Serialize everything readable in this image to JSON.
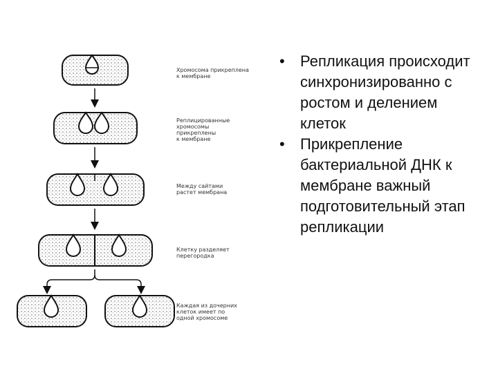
{
  "diagram": {
    "steps": [
      {
        "label": "Хромосома прикреплена\nк мембране"
      },
      {
        "label": "Реплицированные\nхромосомы\nприкреплены\nк мембране"
      },
      {
        "label": "Между сайтами\nрастет мембрана"
      },
      {
        "label": "Клетку разделяет\nперегородка"
      },
      {
        "label": "Каждая из дочерних\nклеток имеет по\nодной хромосоме"
      }
    ]
  },
  "bullets": [
    {
      "symbol": "•",
      "text": "Репликация происходит синхронизированно с ростом и делением клеток"
    },
    {
      "symbol": "•",
      "text": "Прикрепление бактериальной ДНК к мембране важный подготовительный этап репликации"
    }
  ]
}
